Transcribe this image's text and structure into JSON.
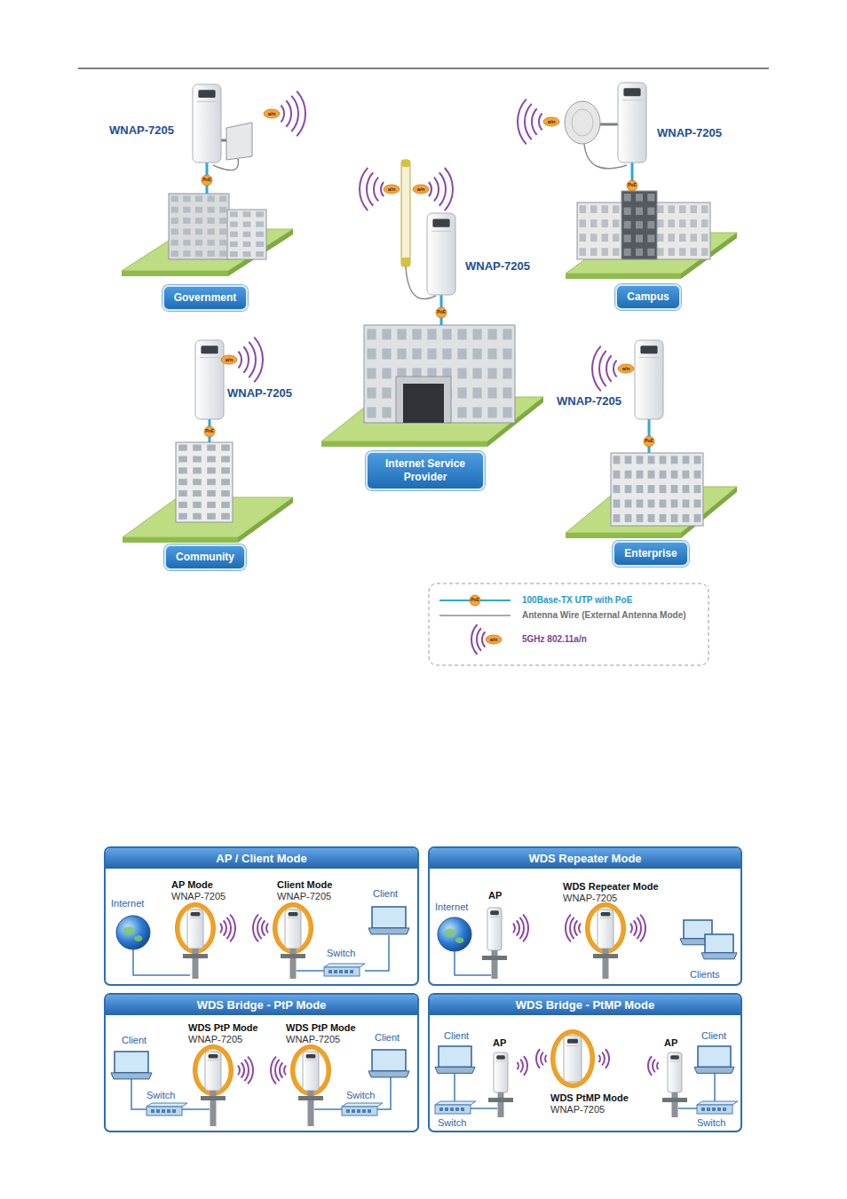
{
  "diagram": {
    "nodes": [
      {
        "text": [
          "Government"
        ]
      },
      {
        "text": [
          "Campus"
        ]
      },
      {
        "text": [
          "Internet Service Provider"
        ]
      },
      {
        "text": [
          "Community"
        ]
      },
      {
        "text": [
          "Enterprise"
        ]
      },
      {
        "text": [
          "AP / Client Mode"
        ]
      },
      {
        "text": [
          "WDS Repeater Mode"
        ]
      },
      {
        "text": [
          "WDS Bridge - PtP Mode"
        ]
      },
      {
        "text": [
          "WDS Bridge - PtMP Mode"
        ]
      }
    ],
    "labels": [
      "WNAP-7205",
      "a/n",
      "PoE",
      "a/n",
      "a/n",
      "WNAP-7205",
      "PoE",
      "a/n",
      "WNAP-7205",
      "PoE",
      "a/n",
      "WNAP-7205",
      "PoE",
      "a/n",
      "WNAP-7205",
      "PoE",
      "PoE",
      "a/n",
      "AP Mode",
      "WNAP-7205",
      "Client Mode",
      "WNAP-7205",
      "Client",
      "Internet",
      "Switch",
      "AP",
      "WDS Repeater Mode",
      "WNAP-7205",
      "Internet",
      "Clients",
      "Client",
      "WDS PtP Mode",
      "WNAP-7205",
      "WDS PtP Mode",
      "WNAP-7205",
      "Client",
      "Switch",
      "Switch",
      "Client",
      "AP",
      "Client",
      "AP",
      "WDS PtMP Mode",
      "WNAP-7205",
      "Switch",
      "Switch"
    ],
    "legend": [
      {
        "text": "100Base-TX UTP with PoE"
      },
      {
        "text": "Antenna Wire (External Antenna Mode)"
      },
      {
        "text": "5GHz 802.11a/n"
      }
    ]
  }
}
